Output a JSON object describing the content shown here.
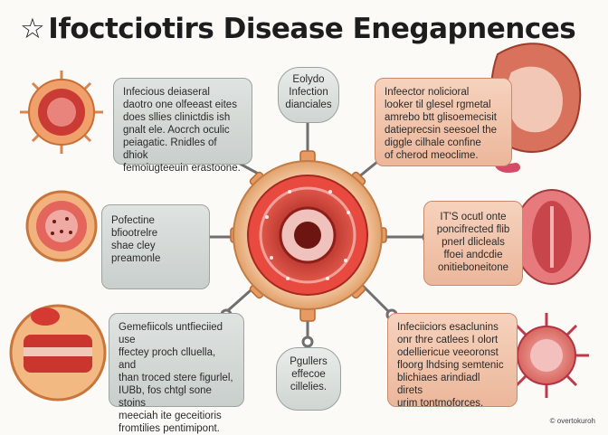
{
  "title": {
    "star_glyph": "☆",
    "text": "Ifoctciotirs Disease Enegapnences"
  },
  "bubbles": {
    "left_top": "Infecious deiaseral\ndaotro one olfeeast eites\ndoes sllies clinictdis ish\ngnalt ele. Aocrch oculic\npeiagatic. Rnidles of dhiok\nfemoiugteeuin erastoone.",
    "left_mid": "Pofectine\nbfiootrelre\nshae cley\npreamonle",
    "left_bot": "Gemefiicols untfieciied use\nffectey proch clluella, and\nthan troced stere figurlel,\nIUBb, fos chtgl sone stoins\nmeeciah ite geceitioris\nfromtilies pentimipont.",
    "top_center": "Eolydo\nInfection\ndianciales",
    "bottom_center": "Pgullers\neffecoe\ncillelies.",
    "right_top": "Infeector nolicioral\nlooker til glesel rgmetal\namrebo btt glisoemecisit\ndatieprecsin seesoel the\ndiggle cilhale confine\nof cherod meoclime.",
    "right_mid": "IT'S ocutl onte\nponcifrected flib\npnerl dlicleals\nffoei andcdie\nonitieboneitone",
    "right_bot": "Infeciiciors esaclunins\nonr thre catlees I olort\nodelliericue veeoronst\nfloorg lhdsing semtenic\nblichiaes arindiadl direts\nurim tontmoforces."
  },
  "caption": "© overtokuroh",
  "colors": {
    "accent_red": "#c8312b",
    "gear_orange": "#e79a62",
    "bubble_peach": "#f3c6ac",
    "bubble_gray": "#d6dbd9"
  }
}
